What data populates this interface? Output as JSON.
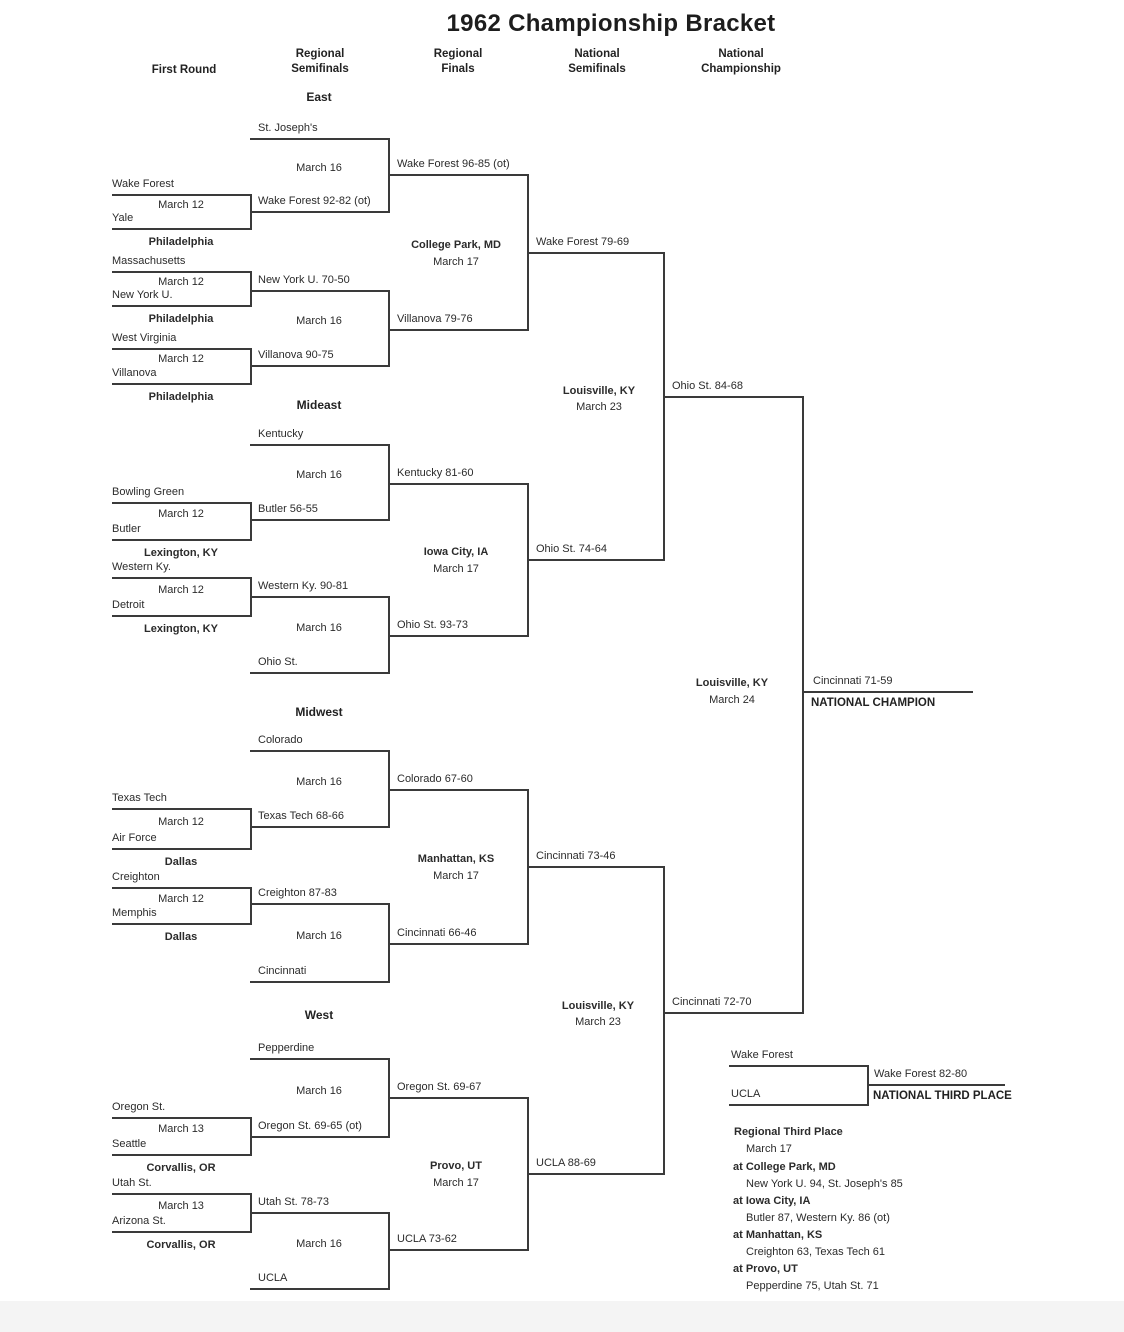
{
  "title": "1962 Championship Bracket",
  "column_headers": [
    "First Round",
    "Regional\nSemifinals",
    "Regional\nFinals",
    "National\nSemifinals",
    "National\nChampionship"
  ],
  "regions": [
    {
      "name": "East",
      "first_round": [
        {
          "team1": "Wake Forest",
          "team2": "Yale",
          "date": "March 12",
          "venue": "Philadelphia",
          "winner": "Wake Forest 92-82 (ot)"
        },
        {
          "team1": "Massachusetts",
          "team2": "New York U.",
          "date": "March 12",
          "venue": "Philadelphia",
          "winner": "New York U. 70-50"
        },
        {
          "team1": "West Virginia",
          "team2": "Villanova",
          "date": "March 12",
          "venue": "Philadelphia",
          "winner": "Villanova 90-75"
        }
      ],
      "semifinals": [
        {
          "bye_team": "St. Joseph's",
          "date": "March 16",
          "winner": "Wake Forest 96-85 (ot)"
        },
        {
          "date": "March 16",
          "winner": "Villanova 79-76"
        }
      ],
      "final": {
        "venue": "College Park, MD",
        "date": "March 17",
        "winner": "Wake Forest 79-69"
      }
    },
    {
      "name": "Mideast",
      "first_round": [
        {
          "team1": "Bowling Green",
          "team2": "Butler",
          "date": "March 12",
          "venue": "Lexington, KY",
          "winner": "Butler 56-55"
        },
        {
          "team1": "Western Ky.",
          "team2": "Detroit",
          "date": "March 12",
          "venue": "Lexington, KY",
          "winner": "Western Ky. 90-81"
        }
      ],
      "semifinals": [
        {
          "bye_team": "Kentucky",
          "date": "March 16",
          "winner": "Kentucky 81-60"
        },
        {
          "bye_team": "Ohio St.",
          "date": "March 16",
          "winner": "Ohio St. 93-73"
        }
      ],
      "final": {
        "venue": "Iowa City, IA",
        "date": "March 17",
        "winner": "Ohio St. 74-64"
      }
    },
    {
      "name": "Midwest",
      "first_round": [
        {
          "team1": "Texas Tech",
          "team2": "Air Force",
          "date": "March 12",
          "venue": "Dallas",
          "winner": "Texas Tech 68-66"
        },
        {
          "team1": "Creighton",
          "team2": "Memphis",
          "date": "March 12",
          "venue": "Dallas",
          "winner": "Creighton 87-83"
        }
      ],
      "semifinals": [
        {
          "bye_team": "Colorado",
          "date": "March 16",
          "winner": "Colorado 67-60"
        },
        {
          "bye_team": "Cincinnati",
          "date": "March 16",
          "winner": "Cincinnati 66-46"
        }
      ],
      "final": {
        "venue": "Manhattan, KS",
        "date": "March 17",
        "winner": "Cincinnati 73-46"
      }
    },
    {
      "name": "West",
      "first_round": [
        {
          "team1": "Oregon St.",
          "team2": "Seattle",
          "date": "March 13",
          "venue": "Corvallis, OR",
          "winner": "Oregon St. 69-65 (ot)"
        },
        {
          "team1": "Utah St.",
          "team2": "Arizona St.",
          "date": "March 13",
          "venue": "Corvallis, OR",
          "winner": "Utah St. 78-73"
        }
      ],
      "semifinals": [
        {
          "bye_team": "Pepperdine",
          "date": "March 16",
          "winner": "Oregon St. 69-67"
        },
        {
          "bye_team": "UCLA",
          "date": "March 16",
          "winner": "UCLA 73-62"
        }
      ],
      "final": {
        "venue": "Provo, UT",
        "date": "March 17",
        "winner": "UCLA 88-69"
      }
    }
  ],
  "national_semifinals": [
    {
      "venue": "Louisville, KY",
      "date": "March 23",
      "winner": "Ohio St. 84-68"
    },
    {
      "venue": "Louisville, KY",
      "date": "March 23",
      "winner": "Cincinnati 72-70"
    }
  ],
  "championship": {
    "venue": "Louisville, KY",
    "date": "March 24",
    "winner": "Cincinnati 71-59",
    "title": "NATIONAL CHAMPION"
  },
  "third_place": {
    "team1": "Wake Forest",
    "team2": "UCLA",
    "winner": "Wake Forest 82-80",
    "title": "NATIONAL THIRD PLACE"
  },
  "regional_third_place": {
    "heading": "Regional Third Place",
    "date": "March 17",
    "games": [
      {
        "venue": "at College Park, MD",
        "result": "New York U. 94, St. Joseph's 85"
      },
      {
        "venue": "at Iowa City, IA",
        "result": "Butler 87, Western Ky. 86 (ot)"
      },
      {
        "venue": "at Manhattan, KS",
        "result": "Creighton 63, Texas Tech 61"
      },
      {
        "venue": "at Provo, UT",
        "result": "Pepperdine 75, Utah St. 71"
      }
    ]
  }
}
